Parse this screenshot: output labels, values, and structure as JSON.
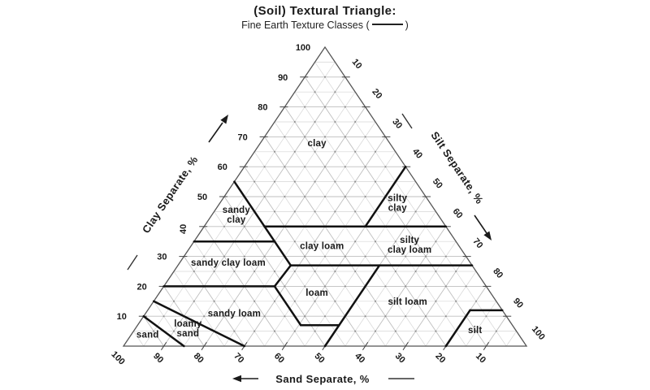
{
  "title": "(Soil) Textural Triangle:",
  "subtitle": {
    "prefix": "Fine Earth Texture Classes (",
    "suffix": ")",
    "legend_line_style": "solid"
  },
  "colors": {
    "text": "#1a1a1a",
    "grid_minor": "#d6d6d6",
    "grid_major": "#bfbfbf",
    "lattice_dot": "#8c8c8c",
    "triangle_edge": "#555555",
    "boundary_line": "#111111",
    "background": "#ffffff"
  },
  "chart_data": {
    "type": "ternary-diagram",
    "grid_interval_pct": 5,
    "tick_interval_pct": 10,
    "axes": {
      "left": {
        "label": "Clay Separate, %",
        "ticks": [
          10,
          20,
          30,
          40,
          50,
          60,
          70,
          80,
          90,
          100
        ],
        "arrow": "toward-apex",
        "rotated_tick": 40
      },
      "right": {
        "label": "Silt Separate, %",
        "ticks": [
          10,
          20,
          30,
          40,
          50,
          60,
          70,
          80,
          90,
          100
        ],
        "arrow": "toward-bottom-right"
      },
      "bottom": {
        "label": "Sand Separate, %",
        "ticks": [
          10,
          20,
          30,
          40,
          50,
          60,
          70,
          80,
          90,
          100
        ],
        "arrow": "toward-bottom-left"
      }
    },
    "regions": [
      {
        "name": "clay",
        "label_lines": [
          "clay"
        ],
        "label_pos": [
          68,
          18,
          14
        ],
        "vertices": [
          [
            100,
            0,
            0
          ],
          [
            60,
            0,
            40
          ],
          [
            40,
            20,
            40
          ],
          [
            40,
            45,
            15
          ],
          [
            55,
            45,
            0
          ]
        ]
      },
      {
        "name": "silty-clay",
        "label_lines": [
          "silty",
          "clay"
        ],
        "label_pos": [
          48,
          8,
          44
        ],
        "vertices": [
          [
            60,
            0,
            40
          ],
          [
            40,
            0,
            60
          ],
          [
            40,
            20,
            40
          ]
        ]
      },
      {
        "name": "sandy-clay",
        "label_lines": [
          "sandy",
          "clay"
        ],
        "label_pos": [
          44,
          50,
          6
        ],
        "vertices": [
          [
            55,
            45,
            0
          ],
          [
            35,
            65,
            0
          ],
          [
            35,
            45,
            20
          ]
        ]
      },
      {
        "name": "silty-clay-loam",
        "label_lines": [
          "silty",
          "clay loam"
        ],
        "label_pos": [
          34,
          12,
          54
        ],
        "vertices": [
          [
            40,
            0,
            60
          ],
          [
            27,
            0,
            73
          ],
          [
            27,
            20,
            53
          ],
          [
            40,
            20,
            40
          ]
        ]
      },
      {
        "name": "clay-loam",
        "label_lines": [
          "clay loam"
        ],
        "label_pos": [
          33.5,
          34,
          32.5
        ],
        "vertices": [
          [
            40,
            20,
            40
          ],
          [
            27,
            20,
            53
          ],
          [
            27,
            45,
            28
          ],
          [
            40,
            45,
            15
          ]
        ]
      },
      {
        "name": "sandy-clay-loam",
        "label_lines": [
          "sandy clay loam"
        ],
        "label_pos": [
          28,
          60,
          12
        ],
        "vertices": [
          [
            35,
            65,
            0
          ],
          [
            20,
            80,
            0
          ],
          [
            20,
            52.5,
            27.5
          ],
          [
            27,
            45,
            28
          ],
          [
            35,
            45,
            20
          ]
        ]
      },
      {
        "name": "loam",
        "label_lines": [
          "loam"
        ],
        "label_pos": [
          18,
          43,
          39
        ],
        "vertices": [
          [
            27,
            45,
            28
          ],
          [
            20,
            52.5,
            27.5
          ],
          [
            7,
            52.5,
            40.5
          ],
          [
            7,
            43,
            50
          ],
          [
            27,
            23,
            50
          ]
        ]
      },
      {
        "name": "silt-loam",
        "label_lines": [
          "silt loam"
        ],
        "label_pos": [
          15,
          22,
          63
        ],
        "vertices": [
          [
            27,
            23,
            50
          ],
          [
            0,
            50,
            50
          ],
          [
            0,
            20,
            80
          ],
          [
            12,
            8,
            80
          ],
          [
            12,
            0,
            88
          ],
          [
            27,
            0,
            73
          ]
        ]
      },
      {
        "name": "silt",
        "label_lines": [
          "silt"
        ],
        "label_pos": [
          5.5,
          10,
          84.5
        ],
        "vertices": [
          [
            12,
            8,
            80
          ],
          [
            0,
            20,
            80
          ],
          [
            0,
            0,
            100
          ],
          [
            12,
            0,
            88
          ]
        ]
      },
      {
        "name": "sandy-loam",
        "label_lines": [
          "sandy loam"
        ],
        "label_pos": [
          11,
          67,
          22
        ],
        "vertices": [
          [
            20,
            80,
            0
          ],
          [
            15,
            85,
            0
          ],
          [
            0,
            70,
            30
          ],
          [
            0,
            50,
            50
          ],
          [
            7,
            43,
            50
          ],
          [
            7,
            52.5,
            40.5
          ],
          [
            20,
            52.5,
            27.5
          ]
        ]
      },
      {
        "name": "loamy-sand",
        "label_lines": [
          "loamy",
          "sand"
        ],
        "label_pos": [
          6,
          81,
          13
        ],
        "vertices": [
          [
            15,
            85,
            0
          ],
          [
            10,
            90,
            0
          ],
          [
            0,
            85,
            15
          ],
          [
            0,
            70,
            30
          ]
        ]
      },
      {
        "name": "sand",
        "label_lines": [
          "sand"
        ],
        "label_pos": [
          4,
          92,
          4
        ],
        "vertices": [
          [
            10,
            90,
            0
          ],
          [
            0,
            100,
            0
          ],
          [
            0,
            85,
            15
          ]
        ]
      }
    ],
    "boundaries": [
      [
        [
          55,
          45,
          0
        ],
        [
          27,
          45,
          28
        ]
      ],
      [
        [
          35,
          65,
          0
        ],
        [
          35,
          45,
          20
        ]
      ],
      [
        [
          40,
          45,
          15
        ],
        [
          40,
          0,
          60
        ]
      ],
      [
        [
          40,
          20,
          40
        ],
        [
          60,
          0,
          40
        ]
      ],
      [
        [
          27,
          45,
          28
        ],
        [
          27,
          0,
          73
        ]
      ],
      [
        [
          27,
          45,
          28
        ],
        [
          20,
          52.5,
          27.5
        ]
      ],
      [
        [
          20,
          80,
          0
        ],
        [
          20,
          52.5,
          27.5
        ]
      ],
      [
        [
          20,
          52.5,
          27.5
        ],
        [
          7,
          52.5,
          40.5
        ]
      ],
      [
        [
          7,
          52.5,
          40.5
        ],
        [
          7,
          43,
          50
        ]
      ],
      [
        [
          0,
          50,
          50
        ],
        [
          27,
          23,
          50
        ]
      ],
      [
        [
          15,
          85,
          0
        ],
        [
          0,
          70,
          30
        ]
      ],
      [
        [
          10,
          90,
          0
        ],
        [
          0,
          85,
          15
        ]
      ],
      [
        [
          12,
          8,
          80
        ],
        [
          12,
          0,
          88
        ]
      ],
      [
        [
          12,
          8,
          80
        ],
        [
          0,
          20,
          80
        ]
      ]
    ]
  }
}
